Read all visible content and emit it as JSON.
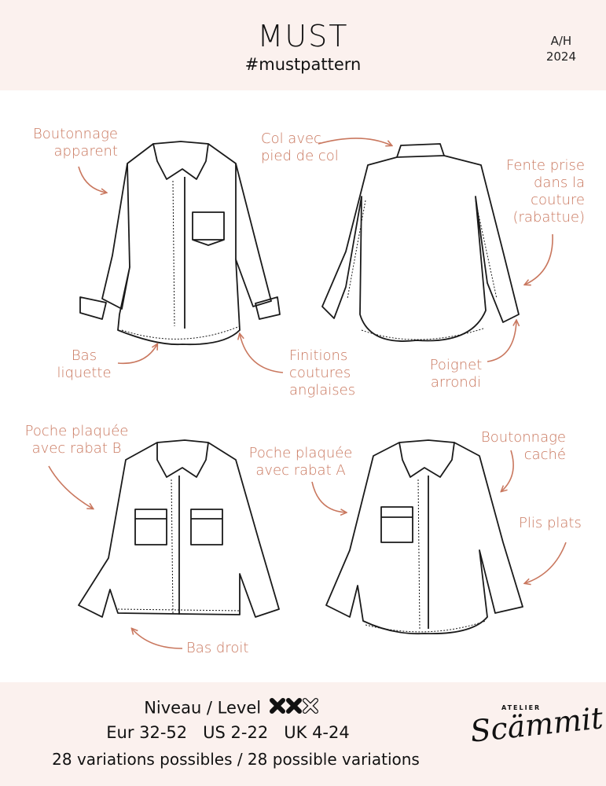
{
  "header": {
    "title": "MUST",
    "hashtag": "#mustpattern",
    "season_line1": "A/H",
    "season_line2": "2024"
  },
  "labels": {
    "boutonnage_apparent_1": "Boutonnage",
    "boutonnage_apparent_2": "apparent",
    "col_1": "Col avec",
    "col_2": "pied de col",
    "fente_1": "Fente prise",
    "fente_2": "dans la",
    "fente_3": "couture",
    "fente_4": "(rabattue)",
    "bas_liquette_1": "Bas",
    "bas_liquette_2": "liquette",
    "finitions_1": "Finitions",
    "finitions_2": "coutures",
    "finitions_3": "anglaises",
    "poignet_1": "Poignet",
    "poignet_2": "arrondi",
    "poche_b_1": "Poche plaquée",
    "poche_b_2": "avec rabat B",
    "poche_a_1": "Poche plaquée",
    "poche_a_2": "avec rabat A",
    "boutonnage_cache_1": "Boutonnage",
    "boutonnage_cache_2": "caché",
    "plis_plats": "Plis plats",
    "bas_droit": "Bas droit"
  },
  "footer": {
    "level_label": "Niveau / Level",
    "level_filled": 2,
    "level_total": 3,
    "sizes": "Eur 32-52   US 2-22   UK 4-24",
    "variations": "28 variations possibles / 28 possible variations",
    "logo_small": "ATELIER",
    "logo_script": "Scämmit"
  },
  "colors": {
    "band_bg": "#fbf1ee",
    "label": "#c9775e",
    "ink": "#111111"
  }
}
